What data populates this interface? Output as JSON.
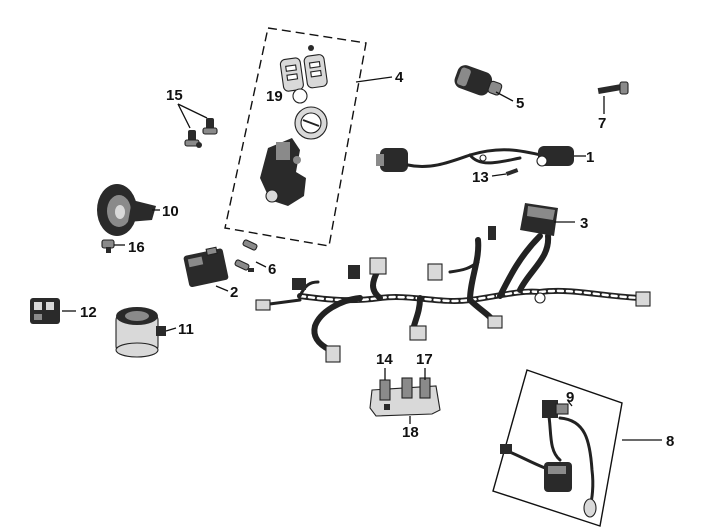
{
  "parts": [
    {
      "id": "p1",
      "label": "1"
    },
    {
      "id": "p2",
      "label": "2"
    },
    {
      "id": "p3",
      "label": "3"
    },
    {
      "id": "p4",
      "label": "4"
    },
    {
      "id": "p5",
      "label": "5"
    },
    {
      "id": "p6",
      "label": "6"
    },
    {
      "id": "p7",
      "label": "7"
    },
    {
      "id": "p8",
      "label": "8"
    },
    {
      "id": "p9",
      "label": "9"
    },
    {
      "id": "p10",
      "label": "10"
    },
    {
      "id": "p11",
      "label": "11"
    },
    {
      "id": "p12",
      "label": "12"
    },
    {
      "id": "p13",
      "label": "13"
    },
    {
      "id": "p14",
      "label": "14"
    },
    {
      "id": "p15",
      "label": "15"
    },
    {
      "id": "p16",
      "label": "16"
    },
    {
      "id": "p17",
      "label": "17"
    },
    {
      "id": "p18",
      "label": "18"
    },
    {
      "id": "p19",
      "label": "19"
    }
  ]
}
